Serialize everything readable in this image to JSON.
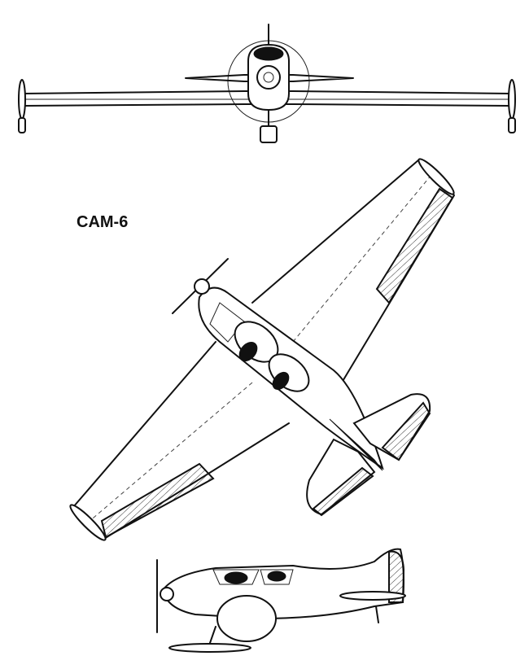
{
  "title": "CAM-6",
  "views": [
    "front-view",
    "top-view",
    "side-view"
  ]
}
